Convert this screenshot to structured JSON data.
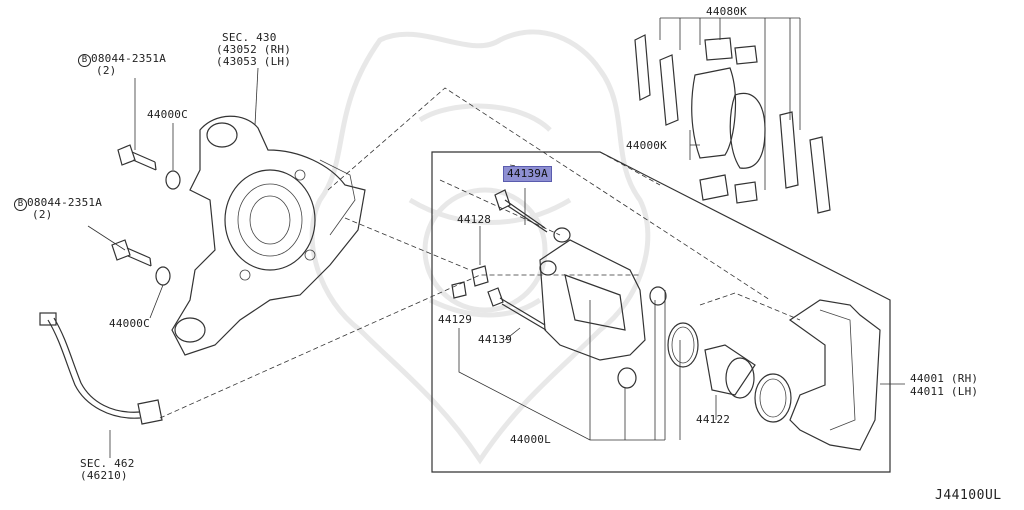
{
  "labels": {
    "sec430": "SEC. 430",
    "p43052": "(43052 (RH)",
    "p43053": "(43053 (LH)",
    "bolt1": "08044-2351A",
    "bolt1_qty": "(2)",
    "bolt2": "08044-2351A",
    "bolt2_qty": "(2)",
    "p44000c_top": "44000C",
    "p44000c_bottom": "44000C",
    "p44080k": "44080K",
    "p44000k": "44000K",
    "p44139a": "44139A",
    "p44128": "44128",
    "p44129": "44129",
    "p44139": "44139",
    "p44000l": "44000L",
    "p44122": "44122",
    "p44001": "44001 (RH)",
    "p44011": "44011 (LH)",
    "sec462": "SEC. 462",
    "p46210": "(46210)",
    "diagram_code": "J44100UL"
  },
  "badge_symbol": "B",
  "highlight_color": "#8e8fd2"
}
